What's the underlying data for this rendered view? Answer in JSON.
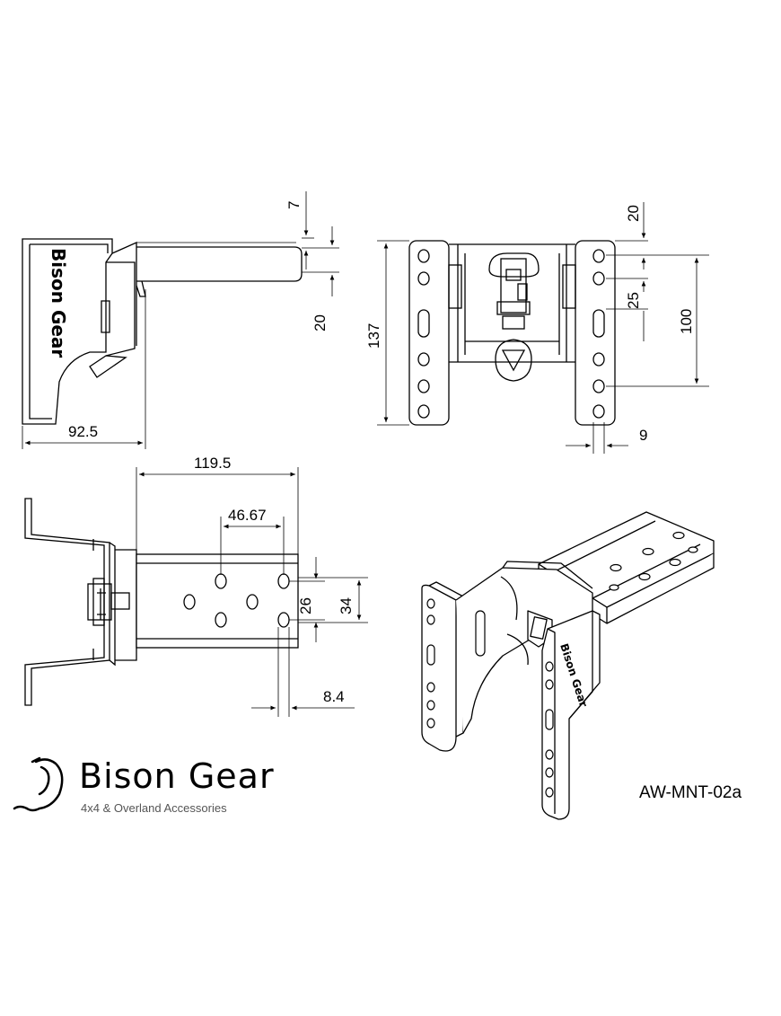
{
  "drawing": {
    "part_code": "AW-MNT-02a",
    "brand": {
      "name": "Bison Gear",
      "tagline": "4x4 & Overland Accessories"
    },
    "side_view": {
      "stamp_text": "Bison Gear",
      "dims": {
        "top_gap": "7",
        "arm_height": "20",
        "overall_width": "92.5"
      }
    },
    "front_view": {
      "dims": {
        "height": "137",
        "top_offset": "20",
        "hole_pitch": "25",
        "hole_span": "100",
        "margin": "9"
      }
    },
    "top_view": {
      "dims": {
        "length": "119.5",
        "hole_spacing_x": "46.67",
        "hole_spacing_y": "26",
        "slot_span": "34",
        "end_margin": "8.4"
      }
    },
    "iso_view": {
      "stamp_text": "Bison Gear"
    }
  }
}
